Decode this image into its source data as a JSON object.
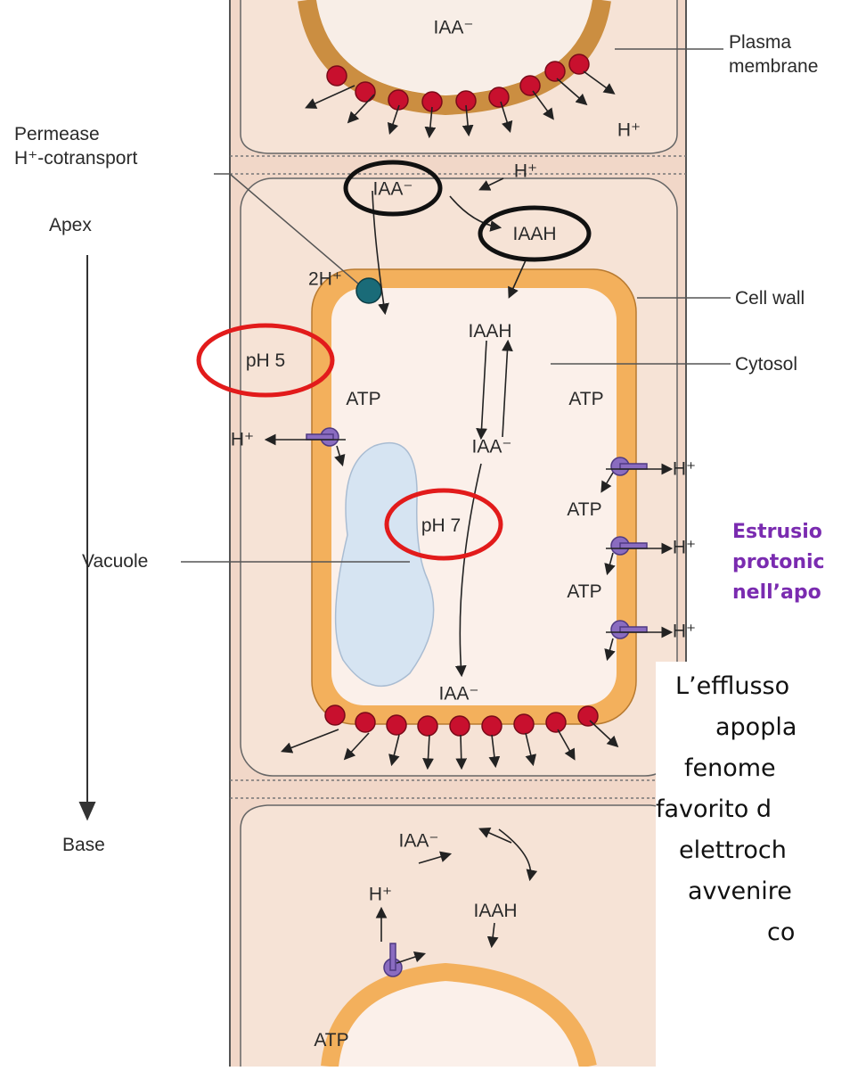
{
  "labels": {
    "plasma_membrane_1": "Plasma",
    "plasma_membrane_2": "membrane",
    "permease_1": "Permease",
    "permease_2": "H⁺-cotransport",
    "apex": "Apex",
    "base": "Base",
    "cell_wall": "Cell wall",
    "cytosol": "Cytosol",
    "vacuole": "Vacuole"
  },
  "diagram": {
    "iaa_minus": "IAA⁻",
    "iaah": "IAAH",
    "h_plus": "H⁺",
    "two_h_plus": "2H⁺",
    "atp": "ATP",
    "ph5": "pH 5",
    "ph7": "pH 7"
  },
  "side_text": {
    "purple_lines": [
      "Estrusio",
      "protonic",
      "nell’apo"
    ],
    "note_lines": [
      "L’efflusso",
      "apopla",
      "fenome",
      "favorito d",
      "elettroch",
      "avvenire",
      "co"
    ]
  },
  "colors": {
    "wall": "#f1d7c8",
    "membrane": "#f3b05c",
    "carrier": "#c8102e",
    "pump": "#8a6cc0",
    "permease": "#1a6b78",
    "vacuole": "#d6e4f2",
    "highlight_red": "#e21b1b",
    "highlight_black": "#111111",
    "purple_text": "#7a2bb0"
  }
}
